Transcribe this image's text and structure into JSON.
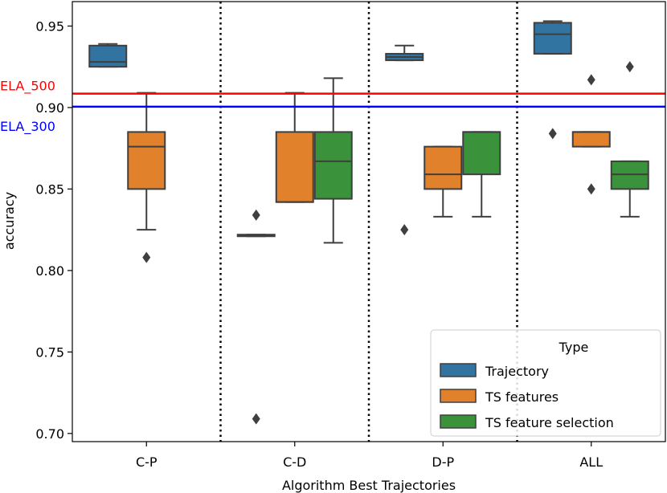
{
  "chart_data": {
    "type": "box",
    "xlabel": "Algorithm Best Trajectories",
    "ylabel": "accuracy",
    "categories": [
      "C-P",
      "C-D",
      "D-P",
      "ALL"
    ],
    "ylim": [
      0.695,
      0.965
    ],
    "yticks": [
      "0.70",
      "0.75",
      "0.80",
      "0.85",
      "0.90",
      "0.95"
    ],
    "ytick_values": [
      0.7,
      0.75,
      0.8,
      0.85,
      0.9,
      0.95
    ],
    "legend": {
      "title": "Type",
      "placement": "lower-right"
    },
    "series": [
      {
        "name": "Trajectory",
        "color": "#3274a1",
        "boxes": [
          {
            "category": "C-P",
            "whislo": 0.925,
            "q1": 0.925,
            "med": 0.928,
            "q3": 0.938,
            "whishi": 0.939,
            "fliers": []
          },
          {
            "category": "C-D",
            "whislo": 0.821,
            "q1": 0.821,
            "med": 0.8215,
            "q3": 0.822,
            "whishi": 0.822,
            "fliers": [
              0.834,
              0.709
            ]
          },
          {
            "category": "D-P",
            "whislo": 0.929,
            "q1": 0.929,
            "med": 0.931,
            "q3": 0.933,
            "whishi": 0.938,
            "fliers": [
              0.825
            ]
          },
          {
            "category": "ALL",
            "whislo": 0.933,
            "q1": 0.933,
            "med": 0.945,
            "q3": 0.952,
            "whishi": 0.953,
            "fliers": [
              0.884
            ]
          }
        ]
      },
      {
        "name": "TS features",
        "color": "#e1812c",
        "boxes": [
          {
            "category": "C-P",
            "whislo": 0.825,
            "q1": 0.85,
            "med": 0.876,
            "q3": 0.885,
            "whishi": 0.909,
            "fliers": [
              0.808
            ]
          },
          {
            "category": "C-D",
            "whislo": 0.842,
            "q1": 0.842,
            "med": 0.842,
            "q3": 0.885,
            "whishi": 0.909,
            "fliers": []
          },
          {
            "category": "D-P",
            "whislo": 0.833,
            "q1": 0.85,
            "med": 0.859,
            "q3": 0.876,
            "whishi": 0.876,
            "fliers": []
          },
          {
            "category": "ALL",
            "whislo": 0.876,
            "q1": 0.876,
            "med": 0.885,
            "q3": 0.885,
            "whishi": 0.885,
            "fliers": [
              0.917,
              0.85
            ]
          }
        ]
      },
      {
        "name": "TS feature selection",
        "color": "#3a923a",
        "boxes": [
          {
            "category": "C-D",
            "whislo": 0.817,
            "q1": 0.844,
            "med": 0.867,
            "q3": 0.885,
            "whishi": 0.918,
            "fliers": []
          },
          {
            "category": "D-P",
            "whislo": 0.833,
            "q1": 0.859,
            "med": 0.885,
            "q3": 0.885,
            "whishi": 0.885,
            "fliers": []
          },
          {
            "category": "ALL",
            "whislo": 0.833,
            "q1": 0.85,
            "med": 0.859,
            "q3": 0.867,
            "whishi": 0.867,
            "fliers": [
              0.925
            ]
          }
        ]
      }
    ],
    "reference_lines": [
      {
        "label": "ELA_500",
        "value": 0.9085,
        "color": "#ff0000"
      },
      {
        "label": "ELA_300",
        "value": 0.9005,
        "color": "#0000ff"
      }
    ],
    "separators": [
      "between C-P and C-D",
      "between C-D and D-P",
      "between D-P and ALL"
    ],
    "grid": false
  }
}
